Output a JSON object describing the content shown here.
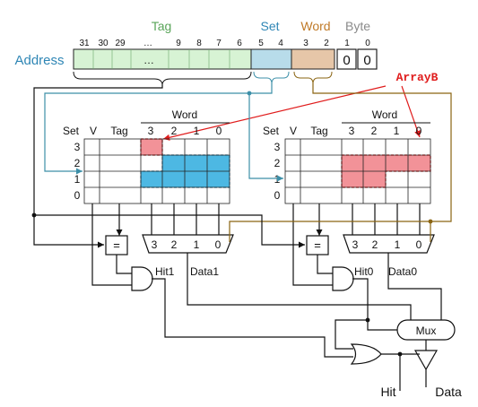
{
  "colors": {
    "tag": "#5aa55a",
    "set": "#2f86b5",
    "word": "#c07a28",
    "byte": "#8a8a8a",
    "address": "#2f86b5",
    "tag_fill": "#d7f3d4",
    "set_fill": "#b8dcea",
    "word_fill": "#e6c6a8",
    "highlight_blue": "#3ab0e0",
    "highlight_red": "#f07f86",
    "callout": "#e01c1c",
    "wire_set": "#3c8fa8",
    "wire_word": "#8a6412"
  },
  "address": {
    "label": "Address",
    "field_labels": {
      "tag": "Tag",
      "set": "Set",
      "word": "Word",
      "byte": "Byte"
    },
    "bits": [
      "31",
      "30",
      "29",
      "…",
      "9",
      "8",
      "7",
      "6",
      "5",
      "4",
      "3",
      "2",
      "1",
      "0"
    ],
    "ellipsis": "…",
    "byte_values": [
      "0",
      "0"
    ]
  },
  "callout_label": "ArrayB",
  "ways": [
    {
      "header": {
        "set": "Set",
        "v": "V",
        "tag": "Tag",
        "word": "Word"
      },
      "word_cols": [
        "3",
        "2",
        "1",
        "0"
      ],
      "set_rows": [
        "3",
        "2",
        "1",
        "0"
      ],
      "mux_inputs": [
        "3",
        "2",
        "1",
        "0"
      ],
      "comparator": "=",
      "hit_label": "Hit1",
      "data_label": "Data1"
    },
    {
      "header": {
        "set": "Set",
        "v": "V",
        "tag": "Tag",
        "word": "Word"
      },
      "word_cols": [
        "3",
        "2",
        "1",
        "0"
      ],
      "set_rows": [
        "3",
        "2",
        "1",
        "0"
      ],
      "mux_inputs": [
        "3",
        "2",
        "1",
        "0"
      ],
      "comparator": "=",
      "hit_label": "Hit0",
      "data_label": "Data0"
    }
  ],
  "mux_label": "Mux",
  "outputs": {
    "hit": "Hit",
    "data": "Data"
  }
}
